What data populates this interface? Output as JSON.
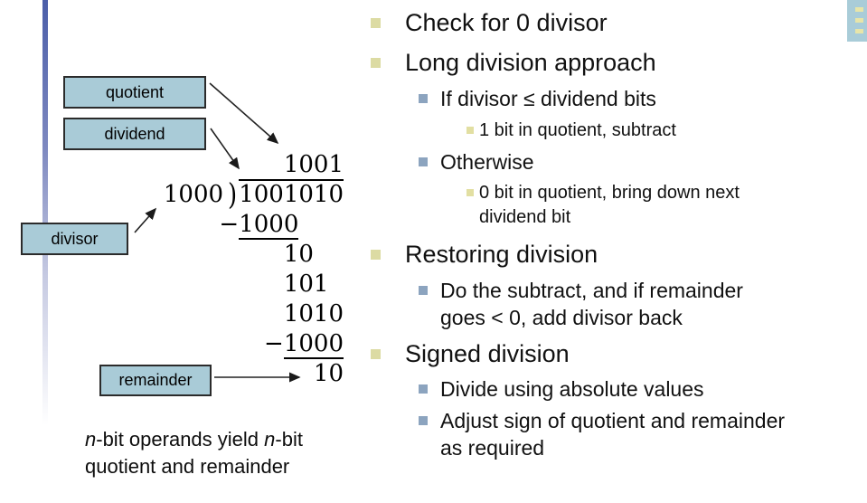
{
  "labels": {
    "quotient": "quotient",
    "dividend": "dividend",
    "divisor": "divisor",
    "remainder": "remainder"
  },
  "division": {
    "quotient": "1001",
    "divisor": "1000",
    "bracket": ")",
    "dividend": "1001010",
    "step1_minus": "−",
    "step1_digits": "1000",
    "step2": "10",
    "step3": "101",
    "step4": "1010",
    "step5_minus": "−",
    "step5_digits": "1000",
    "remainder": "10"
  },
  "caption": {
    "n1": "n",
    "t1": "-bit operands yield ",
    "n2": "n",
    "t2": "-bit",
    "line2": "quotient and remainder"
  },
  "bullets": [
    {
      "level": 1,
      "text": "Check for 0 divisor"
    },
    {
      "level": 1,
      "text": "Long division approach"
    },
    {
      "level": 2,
      "text": "If divisor ≤ dividend bits"
    },
    {
      "level": 3,
      "text": "1 bit in quotient, subtract"
    },
    {
      "level": 2,
      "text": "Otherwise"
    },
    {
      "level": 3,
      "text": "0 bit in quotient, bring down next\ndividend bit"
    },
    {
      "level": 1,
      "text": "Restoring division"
    },
    {
      "level": 2,
      "text": "Do the subtract, and if remainder\ngoes < 0, add divisor back"
    },
    {
      "level": 1,
      "text": "Signed division"
    },
    {
      "level": 2,
      "text": "Divide using absolute values"
    },
    {
      "level": 2,
      "text": "Adjust sign of quotient and remainder\nas required"
    }
  ],
  "colors": {
    "label_box_fill": "#a9cbd7",
    "accent_bar_top": "#4b5ea9",
    "corner_tab_fill": "#a9ccd8",
    "bullet_level1": "#dcdba3",
    "bullet_level2": "#8ca4bf",
    "bullet_level3": "#e2dfa2",
    "text": "#111111"
  }
}
